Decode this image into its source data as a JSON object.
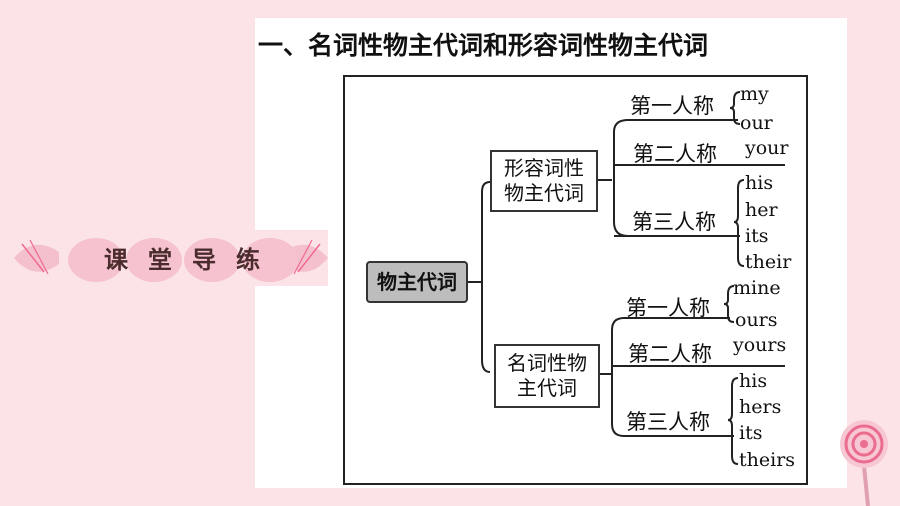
{
  "section_title": "一、名词性物主代词和形容词性物主代词",
  "banner": {
    "label": "课堂导练"
  },
  "tree": {
    "root": "物主代词",
    "branches": [
      {
        "label": "形容词性物主代词",
        "label_lines": [
          "形容词性",
          "物主代词"
        ],
        "persons": [
          {
            "label": "第一人称",
            "words": [
              "my",
              "our"
            ]
          },
          {
            "label": "第二人称",
            "words": [
              "your"
            ]
          },
          {
            "label": "第三人称",
            "words": [
              "his",
              "her",
              "its",
              "their"
            ]
          }
        ]
      },
      {
        "label": "名词性物主代词",
        "label_lines": [
          "名词性物",
          "主代词"
        ],
        "persons": [
          {
            "label": "第一人称",
            "words": [
              "mine",
              "ours"
            ]
          },
          {
            "label": "第二人称",
            "words": [
              "yours"
            ]
          },
          {
            "label": "第三人称",
            "words": [
              "his",
              "hers",
              "its",
              "theirs"
            ]
          }
        ]
      }
    ]
  }
}
